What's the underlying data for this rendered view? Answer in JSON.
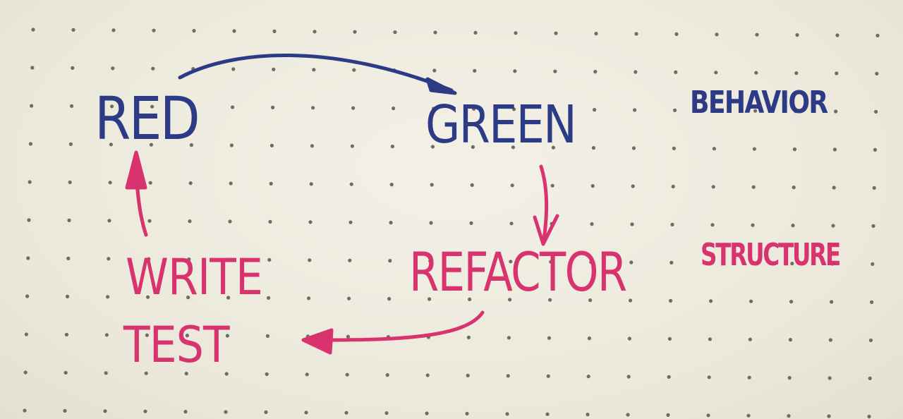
{
  "labels": {
    "red": "RED",
    "green": "GREEN",
    "behavior": "BEHAVIOR",
    "write": "WRITE",
    "test": "TEST",
    "refactor": "REFACTOR",
    "structure": "STRUCTURE"
  },
  "colors": {
    "paper": "#efece0",
    "dot": "#6f6c64",
    "blue_ink": "#2d3b86",
    "pink_ink": "#d8336e"
  }
}
